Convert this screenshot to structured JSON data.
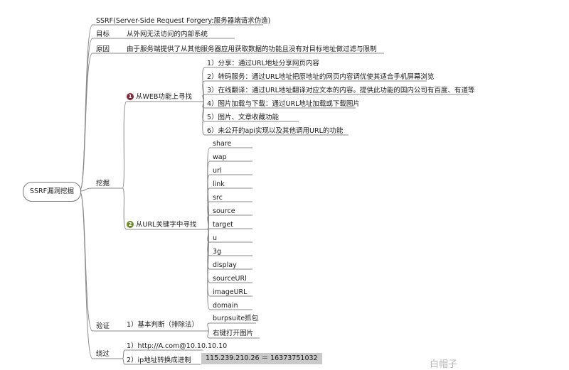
{
  "root": "SSRF漏洞挖掘",
  "top_rows": [
    {
      "key": "",
      "value": "SSRF(Server-Side Request Forgery:服务器端请求伪造)"
    },
    {
      "key": "目标",
      "value": "从外网无法访问的内部系统"
    },
    {
      "key": "原因",
      "value": "由于服务端提供了从其他服务器应用获取数据的功能且没有对目标地址做过滤与限制"
    }
  ],
  "dig": {
    "label": "挖掘",
    "web": {
      "badge": "1",
      "label": "从WEB功能上寻找",
      "items": [
        "1）分享：通过URL地址分享网页内容",
        "2）转码服务：通过URL地址把原地址的网页内容调优使其适合手机屏幕浏览",
        "3）在线翻译：通过URL地址翻译对应文本的内容。提供此功能的国内公司有百度、有道等",
        "4）图片加载与下载：通过URL地址加载或下载图片",
        "5）图片、文章收藏功能",
        "6）未公开的api实现以及其他调用URL的功能"
      ]
    },
    "url": {
      "badge": "2",
      "label": "从URL关键字中寻找",
      "keywords": [
        "share",
        "wap",
        "url",
        "link",
        "src",
        "source",
        "target",
        "u",
        "3g",
        "display",
        "sourceURl",
        "imageURL",
        "domain"
      ]
    }
  },
  "verify": {
    "label": "验证",
    "item": "1）基本判断（排除法）",
    "subs": [
      "burpsuite抓包",
      "右键打开图片"
    ]
  },
  "bypass": {
    "label": "绕过",
    "items": [
      "1）http://A.com@10.10.10.10",
      "2）ip地址转换成进制"
    ],
    "highlight": "115.239.210.26 ＝ 16373751032"
  },
  "watermark": "白帽子",
  "colors": {
    "line": "#8a8a8a",
    "badge1": "#7a2a3a",
    "badge2": "#6f8a2e"
  }
}
